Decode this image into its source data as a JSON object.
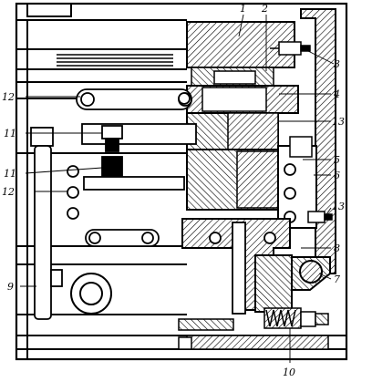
{
  "diagram": {
    "callouts": [
      {
        "id": "c1",
        "text": "1"
      },
      {
        "id": "c2",
        "text": "2"
      },
      {
        "id": "c3",
        "text": "3"
      },
      {
        "id": "c4",
        "text": "4"
      },
      {
        "id": "c13a",
        "text": "13"
      },
      {
        "id": "c5",
        "text": "5"
      },
      {
        "id": "c6",
        "text": "6"
      },
      {
        "id": "c13b",
        "text": "13"
      },
      {
        "id": "c8",
        "text": "8"
      },
      {
        "id": "c7",
        "text": "7"
      },
      {
        "id": "c10",
        "text": "10"
      },
      {
        "id": "c12a",
        "text": "12"
      },
      {
        "id": "c11a",
        "text": "11"
      },
      {
        "id": "c11b",
        "text": "11"
      },
      {
        "id": "c12b",
        "text": "12"
      },
      {
        "id": "c9",
        "text": "9"
      }
    ]
  }
}
